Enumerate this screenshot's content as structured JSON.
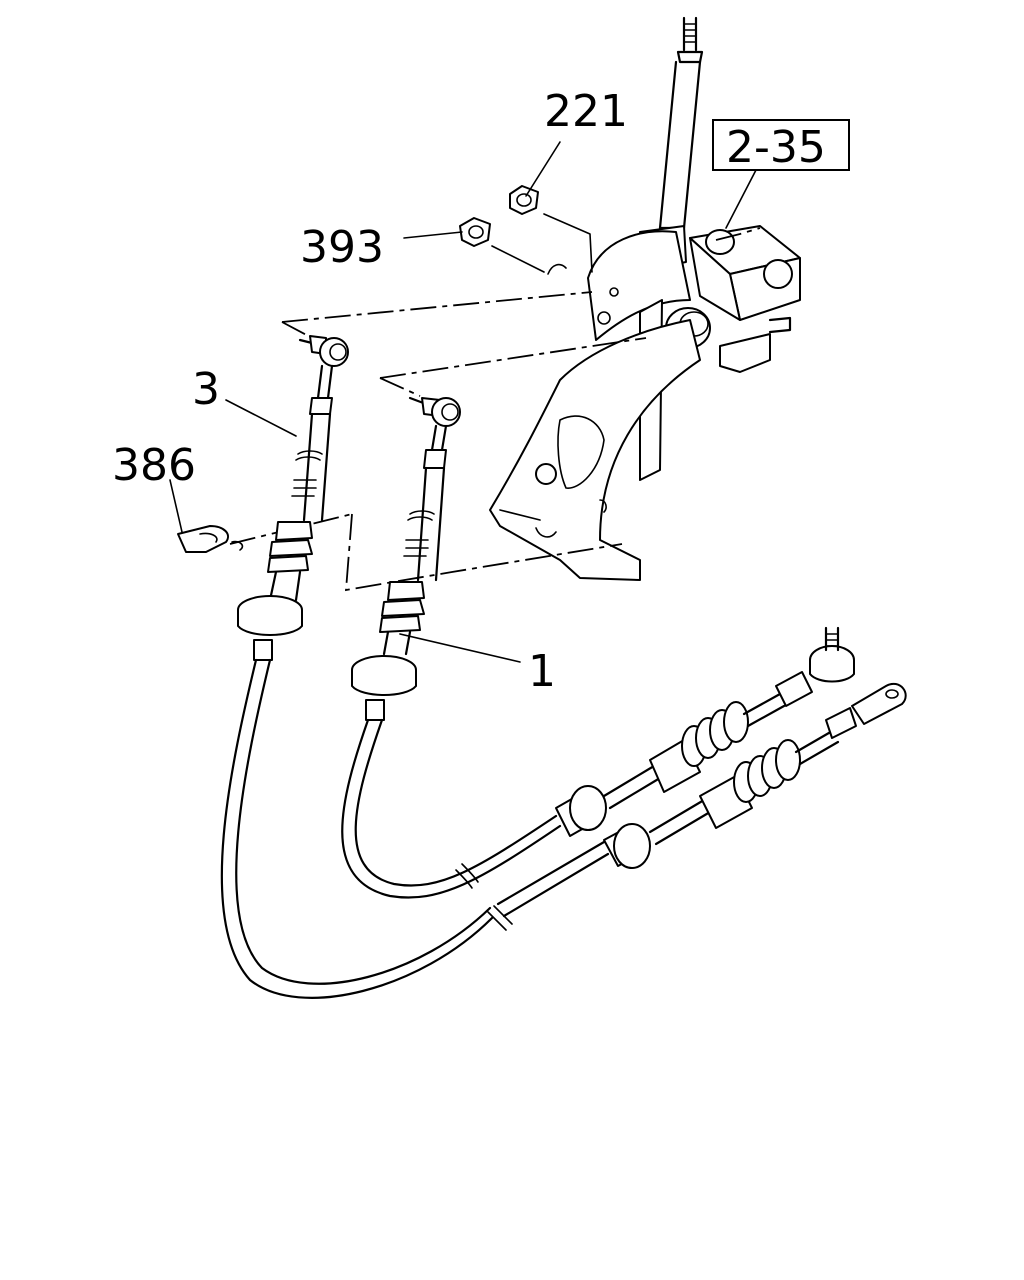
{
  "callouts": {
    "ref_2_35": "2-35",
    "part_221": "221",
    "part_393": "393",
    "part_3": "3",
    "part_386": "386",
    "part_1": "1"
  },
  "colors": {
    "line": "#000000",
    "background": "#ffffff"
  }
}
